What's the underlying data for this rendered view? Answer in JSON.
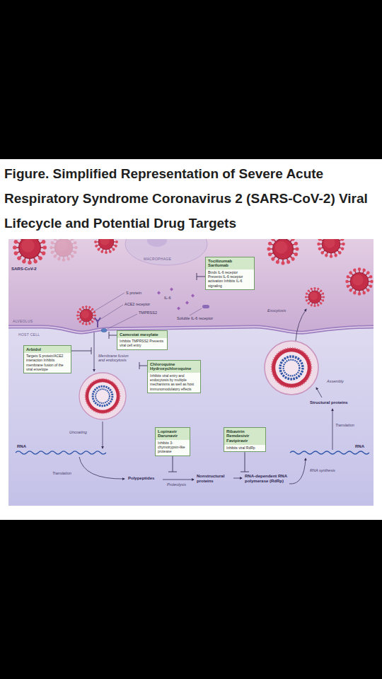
{
  "diagram": {
    "title": "Figure. Simplified Representation of Severe Acute Respiratory Syndrome Coronavirus 2 (SARS-CoV-2) Viral Lifecycle and Potential Drug Targets",
    "nodes": [
      {
        "text": [
          "Tocilizumab Sarilumab",
          "Binds IL-6 receptor Prevents IL-6 receptor activation Inhibits IL-6 signaling"
        ]
      },
      {
        "text": [
          "Camostat mesylate",
          "Inhibits TMPRSS2 Prevents viral cell entry"
        ]
      },
      {
        "text": [
          "Arbidol",
          "Targets S protein/ACE2 interaction Inhibits membrane fusion of the viral envelope"
        ]
      },
      {
        "text": [
          "Chloroquine Hydroxychloroquine",
          "Inhibits viral entry and endocytosis by multiple mechanisms as well as host immunomodulatory effects"
        ]
      },
      {
        "text": [
          "Lopinavir Darunavir",
          "Inhibits 3-chymotrypsin-like protease"
        ]
      },
      {
        "text": [
          "Ribavirin Remdesivir Favipiravir",
          "Inhibits viral RdRp"
        ]
      }
    ],
    "labels": [
      "MACROPHAGE",
      "SARS-CoV-2",
      "S protein",
      "IL-6",
      "ACE2 receptor",
      "TMPRSS2",
      "Soluble IL-6 receptor",
      "Exocytosis",
      "ALVEOLUS",
      "HOST CELL",
      "Membrane fusion and endocytosis",
      "Uncoating",
      "RNA",
      "Translation",
      "Polypeptides",
      "Proteolysis",
      "Nonstructural proteins",
      "RNA-dependent RNA polymerase (RdRp)",
      "Assembly",
      "Structural proteins",
      "Translation",
      "RNA synthesis",
      "RNA"
    ]
  }
}
